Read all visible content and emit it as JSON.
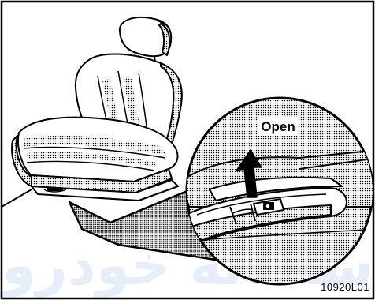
{
  "diagram": {
    "callout_label": "Open",
    "figure_id": "10920L01"
  },
  "watermark": {
    "text": "سامانه خودرو"
  },
  "colors": {
    "ink": "#000000",
    "paper": "#ffffff",
    "watermark": "#1a5fd8"
  }
}
